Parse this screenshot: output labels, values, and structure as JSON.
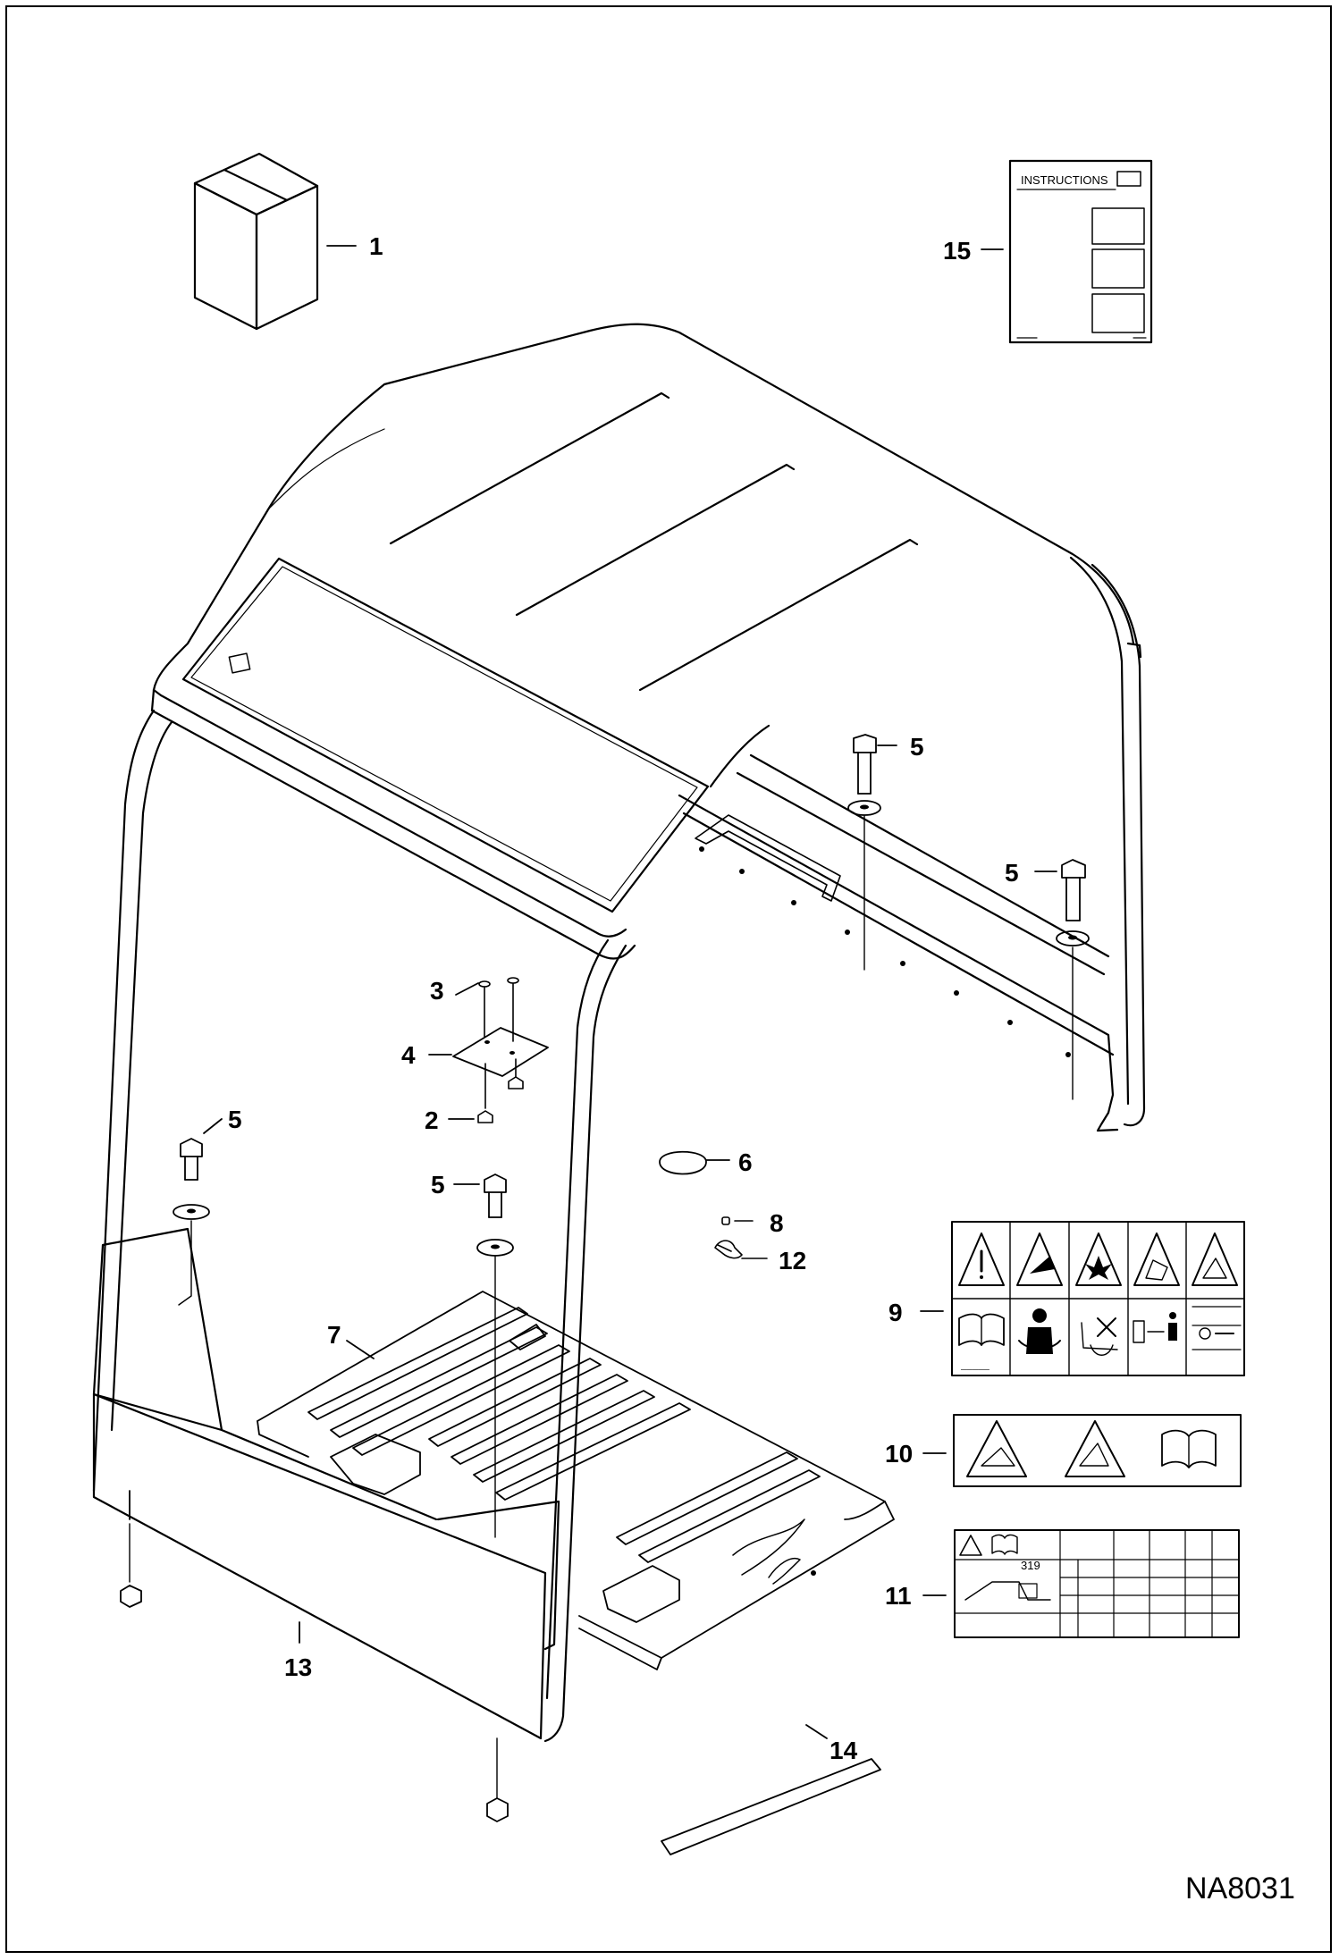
{
  "drawing_id": "NA8031",
  "instructions_sheet": {
    "title": "INSTRUCTIONS"
  },
  "decal_11": {
    "model": "319"
  },
  "callouts": [
    {
      "id": "c1",
      "label": "1"
    },
    {
      "id": "c15",
      "label": "15"
    },
    {
      "id": "c5a",
      "label": "5"
    },
    {
      "id": "c5b",
      "label": "5"
    },
    {
      "id": "c3",
      "label": "3"
    },
    {
      "id": "c4",
      "label": "4"
    },
    {
      "id": "c2",
      "label": "2"
    },
    {
      "id": "c5c",
      "label": "5"
    },
    {
      "id": "c5d",
      "label": "5"
    },
    {
      "id": "c6",
      "label": "6"
    },
    {
      "id": "c8",
      "label": "8"
    },
    {
      "id": "c12",
      "label": "12"
    },
    {
      "id": "c7",
      "label": "7"
    },
    {
      "id": "c9",
      "label": "9"
    },
    {
      "id": "c10",
      "label": "10"
    },
    {
      "id": "c11",
      "label": "11"
    },
    {
      "id": "c13",
      "label": "13"
    },
    {
      "id": "c14",
      "label": "14"
    }
  ]
}
